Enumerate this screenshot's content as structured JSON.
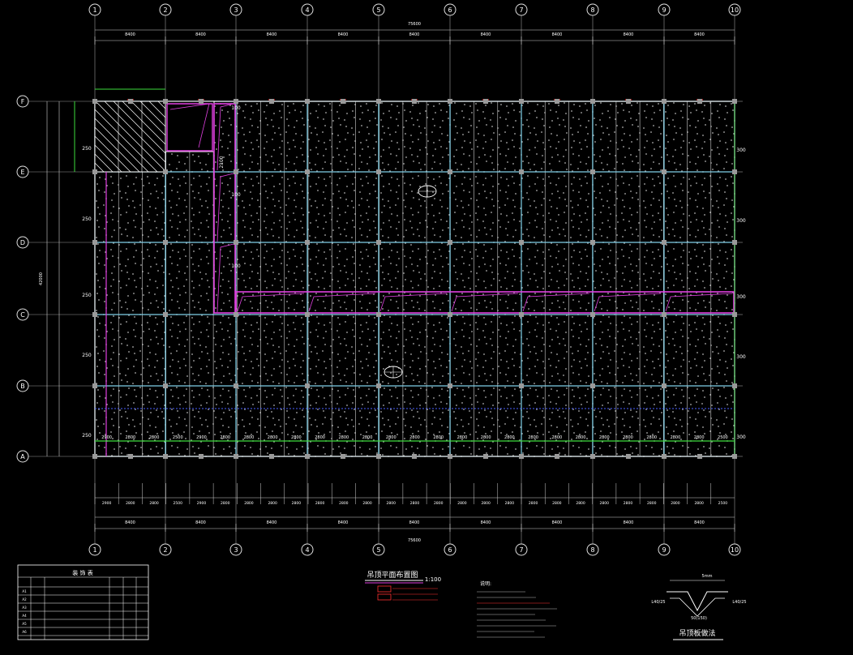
{
  "drawing": {
    "title": "吊顶平面布置图",
    "scale": "1:100",
    "detail_title": "吊顶板做法",
    "col_axes": [
      "1",
      "2",
      "3",
      "4",
      "5",
      "6",
      "7",
      "8",
      "9",
      "10"
    ],
    "row_axes": [
      "A",
      "B",
      "C",
      "D",
      "E",
      "F"
    ],
    "top_total_dim": "75600",
    "bottom_total_dim": "75600",
    "left_total_dim": "42000",
    "bay_dim": "8400",
    "bottom_sub_dims": [
      "2900",
      "2800",
      "2800",
      "2500",
      "2900",
      "2800",
      "2800",
      "2800",
      "2800",
      "2800",
      "2800",
      "2800",
      "2800",
      "2800",
      "2800",
      "2800",
      "2800",
      "2800",
      "2800",
      "2800",
      "2800",
      "2800",
      "2800",
      "2800",
      "2800",
      "2800",
      "2500"
    ],
    "right_side_labels": [
      "300",
      "300",
      "300",
      "300",
      "300"
    ],
    "left_side_labels": [
      "250",
      "250",
      "250",
      "250",
      "250"
    ],
    "mid_labels": [
      "100",
      "100",
      "100"
    ],
    "label_2100": "2100",
    "legend": {
      "title": "装 饰 表",
      "rows": [
        [
          "A1",
          "",
          "",
          "",
          "",
          ""
        ],
        [
          "A2",
          "",
          "",
          "",
          "",
          ""
        ],
        [
          "A3",
          "",
          "",
          "",
          "",
          ""
        ],
        [
          "A4",
          "",
          "",
          "",
          "",
          ""
        ],
        [
          "A5",
          "",
          "",
          "",
          "",
          ""
        ],
        [
          "A6",
          "",
          "",
          "",
          "",
          ""
        ]
      ]
    },
    "notes_title": "说明:",
    "detail_dims": {
      "top": "5mm",
      "left": "L40/25",
      "right": "L40/25",
      "bottom": "50(150)"
    }
  }
}
